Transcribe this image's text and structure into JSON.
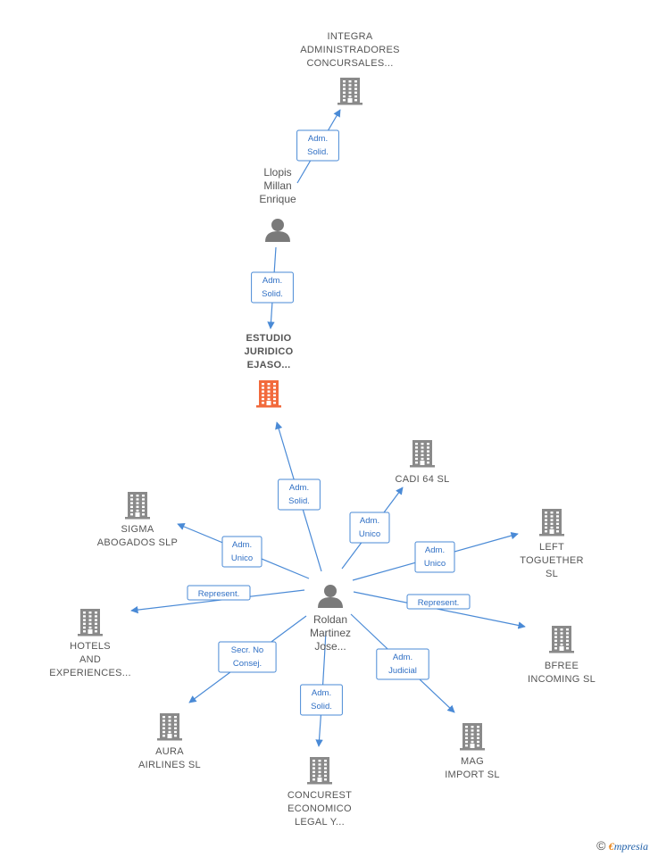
{
  "colors": {
    "edge": "#4a8ad6",
    "building": "#8a8a8a",
    "building_center": "#f26a3c",
    "person": "#7a7a7a"
  },
  "nodes": [
    {
      "id": "integra",
      "type": "company",
      "lines": [
        "INTEGRA",
        "ADMINISTRADORES",
        "CONCURSALES..."
      ]
    },
    {
      "id": "llopis",
      "type": "person",
      "lines": [
        "Llopis",
        "Millan",
        "Enrique"
      ]
    },
    {
      "id": "estudio",
      "type": "company",
      "center": true,
      "lines": [
        "ESTUDIO",
        "JURIDICO",
        "EJASO..."
      ]
    },
    {
      "id": "cadi",
      "type": "company",
      "lines": [
        "CADI 64  SL"
      ]
    },
    {
      "id": "sigma",
      "type": "company",
      "lines": [
        "SIGMA",
        "ABOGADOS  SLP"
      ]
    },
    {
      "id": "left",
      "type": "company",
      "lines": [
        "LEFT",
        "TOGUETHER",
        "SL"
      ]
    },
    {
      "id": "hotels",
      "type": "company",
      "lines": [
        "HOTELS",
        "AND",
        "EXPERIENCES..."
      ]
    },
    {
      "id": "roldan",
      "type": "person",
      "lines": [
        "Roldan",
        "Martinez",
        "Jose..."
      ]
    },
    {
      "id": "bfree",
      "type": "company",
      "lines": [
        "BFREE",
        "INCOMING  SL"
      ]
    },
    {
      "id": "aura",
      "type": "company",
      "lines": [
        "AURA",
        "AIRLINES  SL"
      ]
    },
    {
      "id": "mag",
      "type": "company",
      "lines": [
        "MAG",
        "IMPORT SL"
      ]
    },
    {
      "id": "concurest",
      "type": "company",
      "lines": [
        "CONCUREST",
        "ECONOMICO",
        "LEGAL Y..."
      ]
    }
  ],
  "edges": [
    {
      "from": "llopis",
      "to": "integra",
      "label": [
        "Adm.",
        "Solid."
      ]
    },
    {
      "from": "llopis",
      "to": "estudio",
      "label": [
        "Adm.",
        "Solid."
      ]
    },
    {
      "from": "roldan",
      "to": "estudio",
      "label": [
        "Adm.",
        "Solid."
      ]
    },
    {
      "from": "roldan",
      "to": "cadi",
      "label": [
        "Adm.",
        "Unico"
      ]
    },
    {
      "from": "roldan",
      "to": "sigma",
      "label": [
        "Adm.",
        "Unico"
      ]
    },
    {
      "from": "roldan",
      "to": "left",
      "label": [
        "Adm.",
        "Unico"
      ]
    },
    {
      "from": "roldan",
      "to": "hotels",
      "label": [
        "Represent."
      ]
    },
    {
      "from": "roldan",
      "to": "bfree",
      "label": [
        "Represent."
      ]
    },
    {
      "from": "roldan",
      "to": "aura",
      "label": [
        "Secr.  No",
        "Consej."
      ]
    },
    {
      "from": "roldan",
      "to": "concurest",
      "label": [
        "Adm.",
        "Solid."
      ]
    },
    {
      "from": "roldan",
      "to": "mag",
      "label": [
        "Adm.",
        "Judicial"
      ]
    }
  ],
  "footer": {
    "copyright": "©",
    "brand_initial": "€",
    "brand_rest": "mpresia"
  }
}
